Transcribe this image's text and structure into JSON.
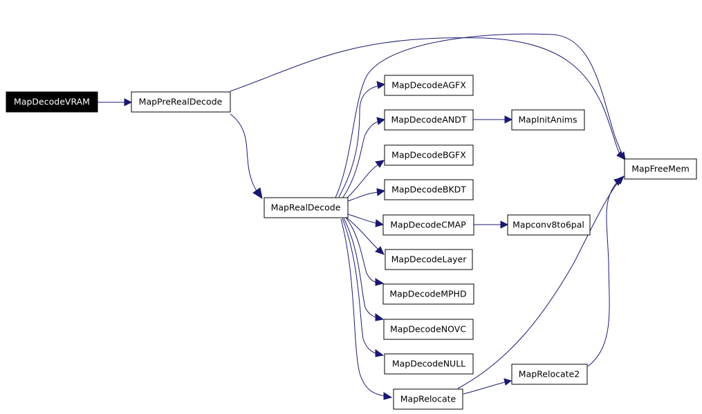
{
  "graph": {
    "colors": {
      "edge": "#191970",
      "node_border": "#000000",
      "root_fill": "#000000",
      "root_text": "#ffffff"
    },
    "nodes": {
      "MapDecodeVRAM": "MapDecodeVRAM",
      "MapPreRealDecode": "MapPreRealDecode",
      "MapRealDecode": "MapRealDecode",
      "MapDecodeAGFX": "MapDecodeAGFX",
      "MapDecodeANDT": "MapDecodeANDT",
      "MapInitAnims": "MapInitAnims",
      "MapDecodeBGFX": "MapDecodeBGFX",
      "MapDecodeBKDT": "MapDecodeBKDT",
      "MapDecodeCMAP": "MapDecodeCMAP",
      "Mapconv8to6pal": "Mapconv8to6pal",
      "MapDecodeLayer": "MapDecodeLayer",
      "MapDecodeMPHD": "MapDecodeMPHD",
      "MapDecodeNOVC": "MapDecodeNOVC",
      "MapDecodeNULL": "MapDecodeNULL",
      "MapRelocate": "MapRelocate",
      "MapRelocate2": "MapRelocate2",
      "MapFreeMem": "MapFreeMem"
    },
    "edges": [
      [
        "MapDecodeVRAM",
        "MapPreRealDecode"
      ],
      [
        "MapPreRealDecode",
        "MapRealDecode"
      ],
      [
        "MapPreRealDecode",
        "MapFreeMem"
      ],
      [
        "MapRealDecode",
        "MapDecodeAGFX"
      ],
      [
        "MapRealDecode",
        "MapDecodeANDT"
      ],
      [
        "MapRealDecode",
        "MapDecodeBGFX"
      ],
      [
        "MapRealDecode",
        "MapDecodeBKDT"
      ],
      [
        "MapRealDecode",
        "MapDecodeCMAP"
      ],
      [
        "MapRealDecode",
        "MapDecodeLayer"
      ],
      [
        "MapRealDecode",
        "MapDecodeMPHD"
      ],
      [
        "MapRealDecode",
        "MapDecodeNOVC"
      ],
      [
        "MapRealDecode",
        "MapDecodeNULL"
      ],
      [
        "MapRealDecode",
        "MapRelocate"
      ],
      [
        "MapRealDecode",
        "MapFreeMem"
      ],
      [
        "MapDecodeANDT",
        "MapInitAnims"
      ],
      [
        "MapDecodeCMAP",
        "Mapconv8to6pal"
      ],
      [
        "MapRelocate",
        "MapRelocate2"
      ],
      [
        "MapRelocate",
        "MapFreeMem"
      ],
      [
        "MapRelocate2",
        "MapFreeMem"
      ]
    ]
  }
}
